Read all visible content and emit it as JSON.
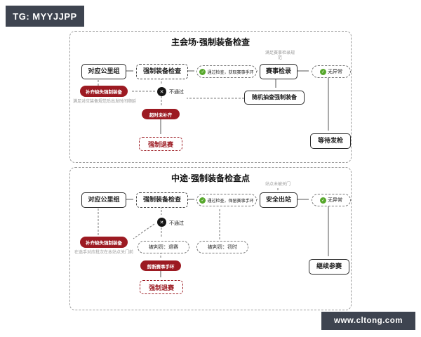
{
  "watermark": {
    "tg_label": "TG: MYYJJPP",
    "site_label": "www.cltong.com"
  },
  "icons": {
    "pass_check": "✓",
    "fail_x": "✕"
  },
  "colors": {
    "red": "#9c1a22",
    "green": "#57a82c"
  },
  "panel1": {
    "title": "主会场·强制装备检查",
    "group": "对应公里组",
    "check": "强制装备检查",
    "pass": "通过检查，获取赛事手环",
    "register": "赛事检录",
    "register_note": "满足赛事检录规范",
    "no_abnormal": "无异常",
    "random_check": "随机抽查强制装备",
    "wait_start": "等待发枪",
    "fail": "不通过",
    "fix": "补齐缺失强制装备",
    "fix_note": "满足对应装备规范后出发时间顺延",
    "timeout": "超时未补齐",
    "forced_quit": "强制退赛"
  },
  "panel2": {
    "title": "中途·强制装备检查点",
    "group": "对应公里组",
    "check": "强制装备检查",
    "pass": "通过检查，保留赛事手环",
    "safe_exit": "安全出站",
    "exit_note": "站点未被关门",
    "no_abnormal": "无异常",
    "continue": "继续参赛",
    "fail": "不通过",
    "fix": "补齐缺失强制装备",
    "fix_note": "在选手对应批次在本站点关门前",
    "penalty_quit": "被判罚：退赛",
    "penalty_time": "被判罚：罚时",
    "cut_band": "剪断赛事手环",
    "forced_quit": "强制退赛"
  }
}
